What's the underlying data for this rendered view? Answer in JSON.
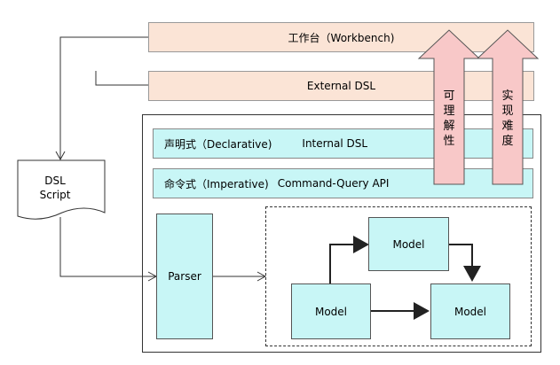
{
  "workbench": "工作台（Workbench)",
  "external_dsl": "External DSL",
  "declarative": {
    "style": "声明式（Declarative)",
    "kind": "Internal DSL"
  },
  "imperative": {
    "style": "命令式（Imperative)",
    "kind": "Command-Query API"
  },
  "dsl_script": {
    "line1": "DSL",
    "line2": "Script"
  },
  "parser": "Parser",
  "models": [
    "Model",
    "Model",
    "Model"
  ],
  "arrows": {
    "understandability": [
      "可",
      "理",
      "解",
      "性"
    ],
    "difficulty": [
      "实",
      "现",
      "难",
      "度"
    ]
  },
  "colors": {
    "bar_orange": "#fbe4d6",
    "node_cyan": "#c8f6f6",
    "arrow_pink": "#f8c8c8"
  }
}
